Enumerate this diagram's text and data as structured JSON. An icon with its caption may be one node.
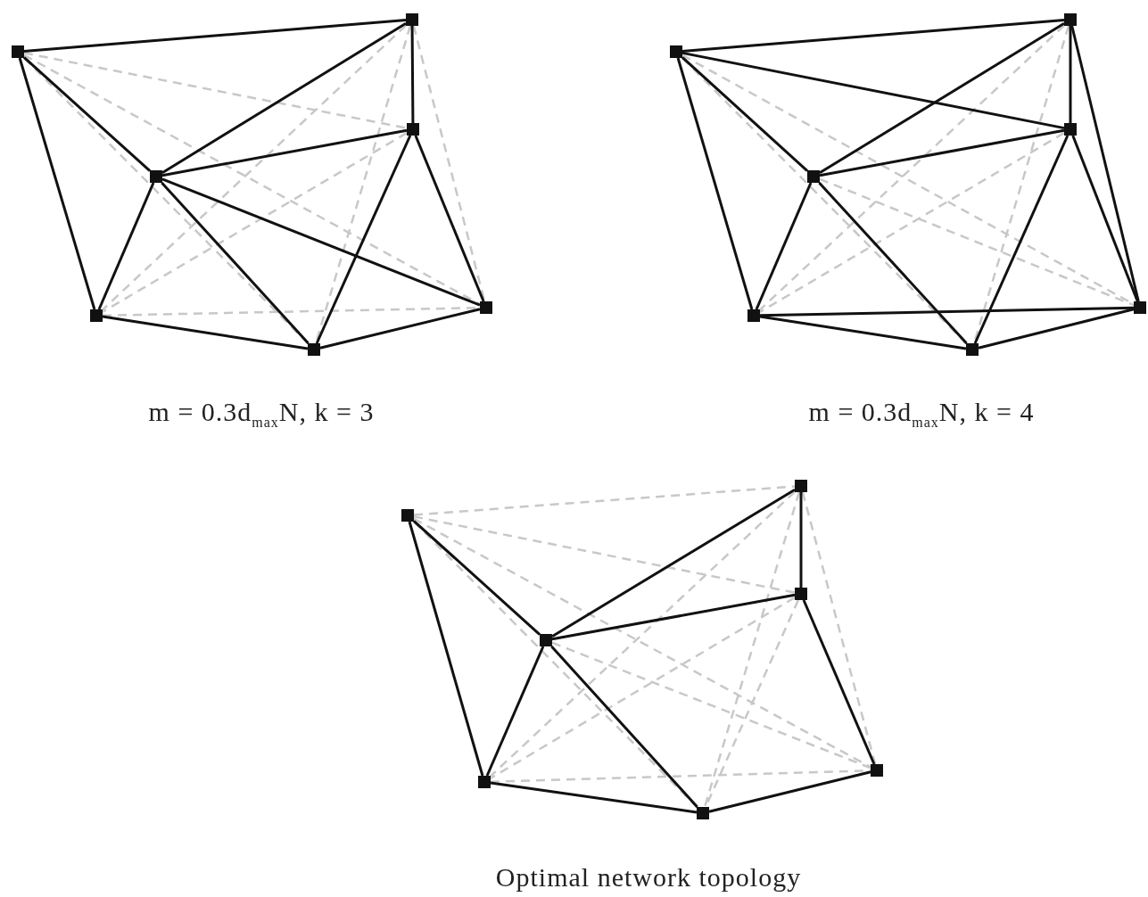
{
  "diagram": {
    "nodes": [
      {
        "text": [],
        "shape": "box"
      },
      {
        "text": [],
        "shape": "box"
      },
      {
        "text": [],
        "shape": "box"
      },
      {
        "text": [],
        "shape": "box"
      },
      {
        "text": [],
        "shape": "box"
      },
      {
        "text": [],
        "shape": "box"
      },
      {
        "text": [],
        "shape": "box"
      },
      {
        "text": [],
        "shape": "box"
      },
      {
        "text": [],
        "shape": "box"
      },
      {
        "text": [],
        "shape": "box"
      },
      {
        "text": [],
        "shape": "box"
      },
      {
        "text": [],
        "shape": "box"
      },
      {
        "text": [],
        "shape": "box"
      },
      {
        "text": [],
        "shape": "box"
      },
      {
        "text": [],
        "shape": "box"
      },
      {
        "text": [],
        "shape": "box"
      },
      {
        "text": [],
        "shape": "box"
      },
      {
        "text": [],
        "shape": "box"
      },
      {
        "text": [],
        "shape": "box"
      },
      {
        "text": [],
        "shape": "box"
      },
      {
        "text": [],
        "shape": "box"
      }
    ],
    "edges": [
      {
        "from": 0,
        "to": 1,
        "arrow": "none"
      },
      {
        "from": 0,
        "to": 4,
        "arrow": "none"
      },
      {
        "from": 0,
        "to": 3,
        "arrow": "none"
      },
      {
        "from": 1,
        "to": 3,
        "arrow": "none"
      },
      {
        "from": 1,
        "to": 2,
        "arrow": "none"
      },
      {
        "from": 2,
        "to": 3,
        "arrow": "none"
      },
      {
        "from": 2,
        "to": 6,
        "arrow": "none"
      },
      {
        "from": 2,
        "to": 5,
        "arrow": "none"
      },
      {
        "from": 3,
        "to": 4,
        "arrow": "none"
      },
      {
        "from": 3,
        "to": 6,
        "arrow": "none"
      },
      {
        "from": 3,
        "to": 5,
        "arrow": "none"
      },
      {
        "from": 4,
        "to": 6,
        "arrow": "none"
      },
      {
        "from": 6,
        "to": 5,
        "arrow": "none"
      },
      {
        "from": 0,
        "to": 2,
        "arrow": "none",
        "style": "dashed",
        "color": "#c8c8c8"
      },
      {
        "from": 0,
        "to": 5,
        "arrow": "none",
        "style": "dashed",
        "color": "#c8c8c8"
      },
      {
        "from": 0,
        "to": 6,
        "arrow": "none",
        "style": "dashed",
        "color": "#c8c8c8"
      },
      {
        "from": 1,
        "to": 4,
        "arrow": "none",
        "style": "dashed",
        "color": "#c8c8c8"
      },
      {
        "from": 1,
        "to": 5,
        "arrow": "none",
        "style": "dashed",
        "color": "#c8c8c8"
      },
      {
        "from": 1,
        "to": 6,
        "arrow": "none",
        "style": "dashed",
        "color": "#c8c8c8"
      },
      {
        "from": 2,
        "to": 4,
        "arrow": "none",
        "style": "dashed",
        "color": "#c8c8c8"
      },
      {
        "from": 4,
        "to": 5,
        "arrow": "none",
        "style": "dashed",
        "color": "#c8c8c8"
      },
      {
        "from": 7,
        "to": 8,
        "arrow": "none"
      },
      {
        "from": 7,
        "to": 9,
        "arrow": "none"
      },
      {
        "from": 7,
        "to": 11,
        "arrow": "none"
      },
      {
        "from": 7,
        "to": 10,
        "arrow": "none"
      },
      {
        "from": 8,
        "to": 10,
        "arrow": "none"
      },
      {
        "from": 8,
        "to": 9,
        "arrow": "none"
      },
      {
        "from": 8,
        "to": 12,
        "arrow": "none"
      },
      {
        "from": 9,
        "to": 10,
        "arrow": "none"
      },
      {
        "from": 9,
        "to": 13,
        "arrow": "none"
      },
      {
        "from": 9,
        "to": 12,
        "arrow": "none"
      },
      {
        "from": 10,
        "to": 11,
        "arrow": "none"
      },
      {
        "from": 10,
        "to": 13,
        "arrow": "none"
      },
      {
        "from": 11,
        "to": 12,
        "arrow": "none"
      },
      {
        "from": 11,
        "to": 13,
        "arrow": "none"
      },
      {
        "from": 13,
        "to": 12,
        "arrow": "none"
      },
      {
        "from": 7,
        "to": 12,
        "arrow": "none",
        "style": "dashed",
        "color": "#c8c8c8"
      },
      {
        "from": 7,
        "to": 13,
        "arrow": "none",
        "style": "dashed",
        "color": "#c8c8c8"
      },
      {
        "from": 8,
        "to": 11,
        "arrow": "none",
        "style": "dashed",
        "color": "#c8c8c8"
      },
      {
        "from": 8,
        "to": 13,
        "arrow": "none",
        "style": "dashed",
        "color": "#c8c8c8"
      },
      {
        "from": 9,
        "to": 11,
        "arrow": "none",
        "style": "dashed",
        "color": "#c8c8c8"
      },
      {
        "from": 10,
        "to": 12,
        "arrow": "none",
        "style": "dashed",
        "color": "#c8c8c8"
      },
      {
        "from": 14,
        "to": 18,
        "arrow": "none"
      },
      {
        "from": 14,
        "to": 17,
        "arrow": "none"
      },
      {
        "from": 15,
        "to": 17,
        "arrow": "none"
      },
      {
        "from": 15,
        "to": 16,
        "arrow": "none"
      },
      {
        "from": 16,
        "to": 17,
        "arrow": "none"
      },
      {
        "from": 16,
        "to": 19,
        "arrow": "none"
      },
      {
        "from": 17,
        "to": 18,
        "arrow": "none"
      },
      {
        "from": 17,
        "to": 20,
        "arrow": "none"
      },
      {
        "from": 18,
        "to": 20,
        "arrow": "none"
      },
      {
        "from": 20,
        "to": 19,
        "arrow": "none"
      },
      {
        "from": 14,
        "to": 15,
        "arrow": "none",
        "style": "dashed",
        "color": "#c8c8c8"
      },
      {
        "from": 14,
        "to": 16,
        "arrow": "none",
        "style": "dashed",
        "color": "#c8c8c8"
      },
      {
        "from": 14,
        "to": 19,
        "arrow": "none",
        "style": "dashed",
        "color": "#c8c8c8"
      },
      {
        "from": 14,
        "to": 20,
        "arrow": "none",
        "style": "dashed",
        "color": "#c8c8c8"
      },
      {
        "from": 15,
        "to": 18,
        "arrow": "none",
        "style": "dashed",
        "color": "#c8c8c8"
      },
      {
        "from": 15,
        "to": 19,
        "arrow": "none",
        "style": "dashed",
        "color": "#c8c8c8"
      },
      {
        "from": 15,
        "to": 20,
        "arrow": "none",
        "style": "dashed",
        "color": "#c8c8c8"
      },
      {
        "from": 16,
        "to": 18,
        "arrow": "none",
        "style": "dashed",
        "color": "#c8c8c8"
      },
      {
        "from": 16,
        "to": 20,
        "arrow": "none",
        "style": "dashed",
        "color": "#c8c8c8"
      },
      {
        "from": 17,
        "to": 19,
        "arrow": "none",
        "style": "dashed",
        "color": "#c8c8c8"
      },
      {
        "from": 18,
        "to": 19,
        "arrow": "none",
        "style": "dashed",
        "color": "#c8c8c8"
      }
    ],
    "labels": [
      "m = 0.3d$_{max}$N, k = 3",
      "m = 0.3d$_{max}$N, k = 4",
      "Optimal network topology"
    ]
  }
}
